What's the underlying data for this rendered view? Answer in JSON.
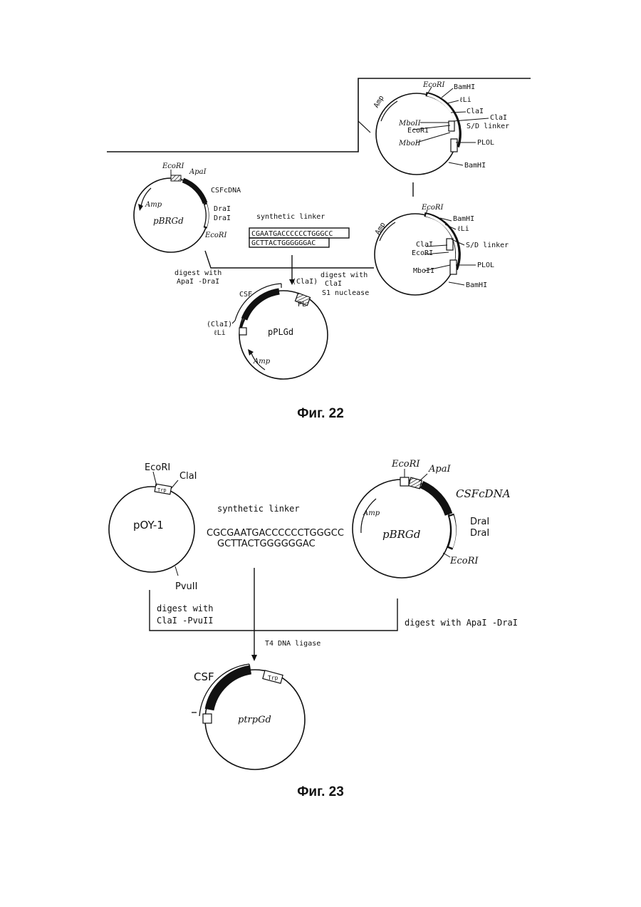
{
  "fig22": {
    "caption": "Фиг. 22",
    "top_right": {
      "labels": [
        "EcoRI",
        "BamHI",
        "ℓLi",
        "ClaI",
        "ClaI",
        "MboII",
        "S/D linker",
        "EcoRI",
        "MboII",
        "PLOL",
        "BamHI"
      ],
      "amp": "Amp"
    },
    "pbrg": {
      "name": "pBRGd",
      "ecori_top": "EcoRI",
      "apai": "ApaI",
      "csf": "CSFcDNA",
      "drai1": "DraI",
      "drai2": "DraI",
      "ecori_bottom": "EcoRI",
      "amp": "Amp"
    },
    "linker": {
      "title": "synthetic linker",
      "seq1": "CGAATGACCCCCCTGGGCC",
      "seq2": "GCTTACTGGGGGGAC"
    },
    "digest_left": [
      "digest with",
      "ApaI -DraI"
    ],
    "digest_right": [
      "digest with",
      "ClaI",
      "S1 nuclease"
    ],
    "mid_right": {
      "labels": [
        "EcoRI",
        "BamHI",
        "ℓLi",
        "S/D linker",
        "ClaI",
        "EcoRI",
        "MboII",
        "PLOL",
        "BamHI"
      ],
      "amp": "Amp"
    },
    "bottom": {
      "name": "pPLGd",
      "csf": "CSF",
      "cla_top": "(ClaI)",
      "cla_left": "(ClaI)",
      "li": "ℓLi",
      "pl": "PL",
      "amp": "Amp"
    }
  },
  "fig23": {
    "caption": "Фиг. 23",
    "poy": {
      "name": "pOY-1",
      "ecori": "EcoRI",
      "clai": "ClaI",
      "trp": "Trp",
      "pvuii": "PvuII"
    },
    "linker": {
      "title": "synthetic linker",
      "seq1": "CGCGAATGACCCCCCTGGGCC",
      "seq2": "GCTTACTGGGGGGAC"
    },
    "pbrg": {
      "name": "pBRGd",
      "ecori_top": "EcoRI",
      "apai": "ApaI",
      "csf": "CSFcDNA",
      "drai1": "DraI",
      "drai2": "DraI",
      "ecori_bottom": "EcoRI",
      "amp": "Amp"
    },
    "digest_left": [
      "digest with",
      "ClaI -PvuII"
    ],
    "digest_right": "digest with ApaI -DraI",
    "ligase": "T4 DNA ligase",
    "result": {
      "name": "ptrpGd",
      "csf": "CSF",
      "trp": "Trp"
    }
  }
}
